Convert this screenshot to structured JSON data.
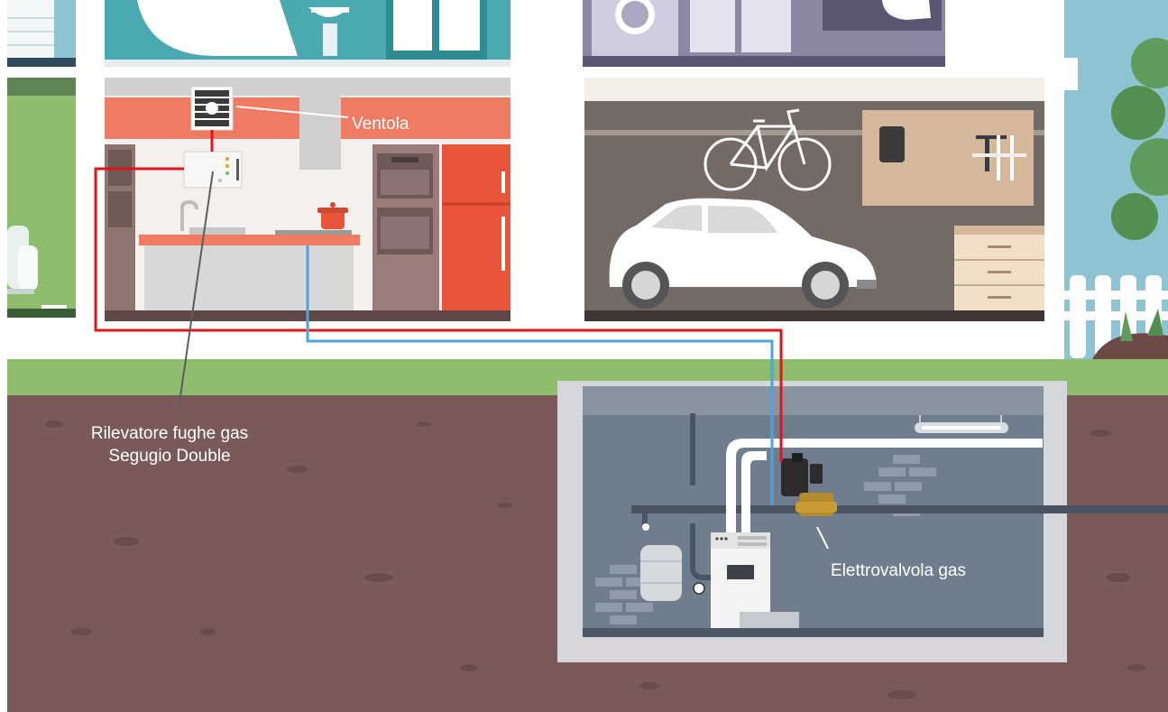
{
  "labels": {
    "ventola": "Ventola",
    "rilevatore_line1": "Rilevatore fughe gas",
    "rilevatore_line2": "Segugio Double",
    "elettrovalvola": "Elettrovalvola gas"
  },
  "colors": {
    "sky": "#8ec3d2",
    "grass": "#8fbd6e",
    "soil": "#7a5a58",
    "basement_wall": "#d6d7da",
    "basement_room": "#6f7d8c",
    "kitchen_accent": "#ee7b62",
    "fridge": "#e8553a",
    "garage_wall": "#736a66",
    "signal_wire": "#e3141b",
    "gas_pipe": "#4da3e0",
    "callout_text_light": "#ffffff"
  }
}
